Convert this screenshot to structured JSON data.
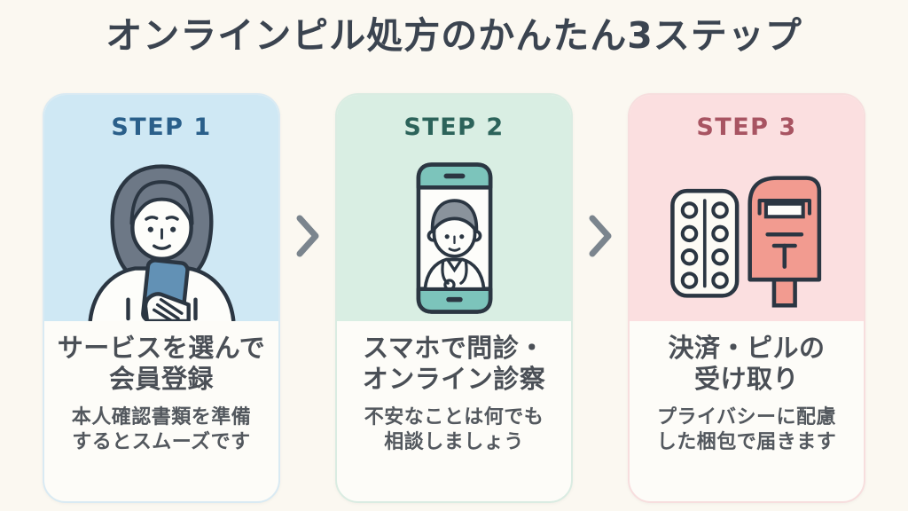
{
  "title": "オンラインピル処方のかんたん3ステップ",
  "colors": {
    "page_bg": "#fbf8f1",
    "title_text": "#3b4450",
    "arrow": "#7b858e",
    "heading_text": "#4a4f56",
    "subtext_text": "#53585e",
    "outline_ink": "#2b3642"
  },
  "arrows": [
    {
      "icon": "chevron-right-icon"
    },
    {
      "icon": "chevron-right-icon"
    }
  ],
  "cards": [
    {
      "step": "STEP 1",
      "step_color": "#2a5f8a",
      "panel_bg": "#cfe8f4",
      "border": "#d9eaf3",
      "illustration": "woman-with-smartphone-icon",
      "heading_line1": "サービスを選んで",
      "heading_line2": "会員登録",
      "sub_line1": "本人確認書類を準備",
      "sub_line2": "するとスムーズです"
    },
    {
      "step": "STEP 2",
      "step_color": "#2c635a",
      "panel_bg": "#d9eee3",
      "border": "#daece2",
      "illustration": "doctor-video-call-phone-icon",
      "heading_line1": "スマホで問診・",
      "heading_line2": "オンライン診察",
      "sub_line1": "不安なことは何でも",
      "sub_line2": "相談しましょう"
    },
    {
      "step": "STEP 3",
      "step_color": "#a85462",
      "panel_bg": "#fbdfe0",
      "border": "#f7dede",
      "illustration": "pill-pack-and-mailbox-icon",
      "heading_line1": "決済・ピルの",
      "heading_line2": "受け取り",
      "sub_line1": "プライバシーに配慮",
      "sub_line2": "した梱包で届きます"
    }
  ]
}
